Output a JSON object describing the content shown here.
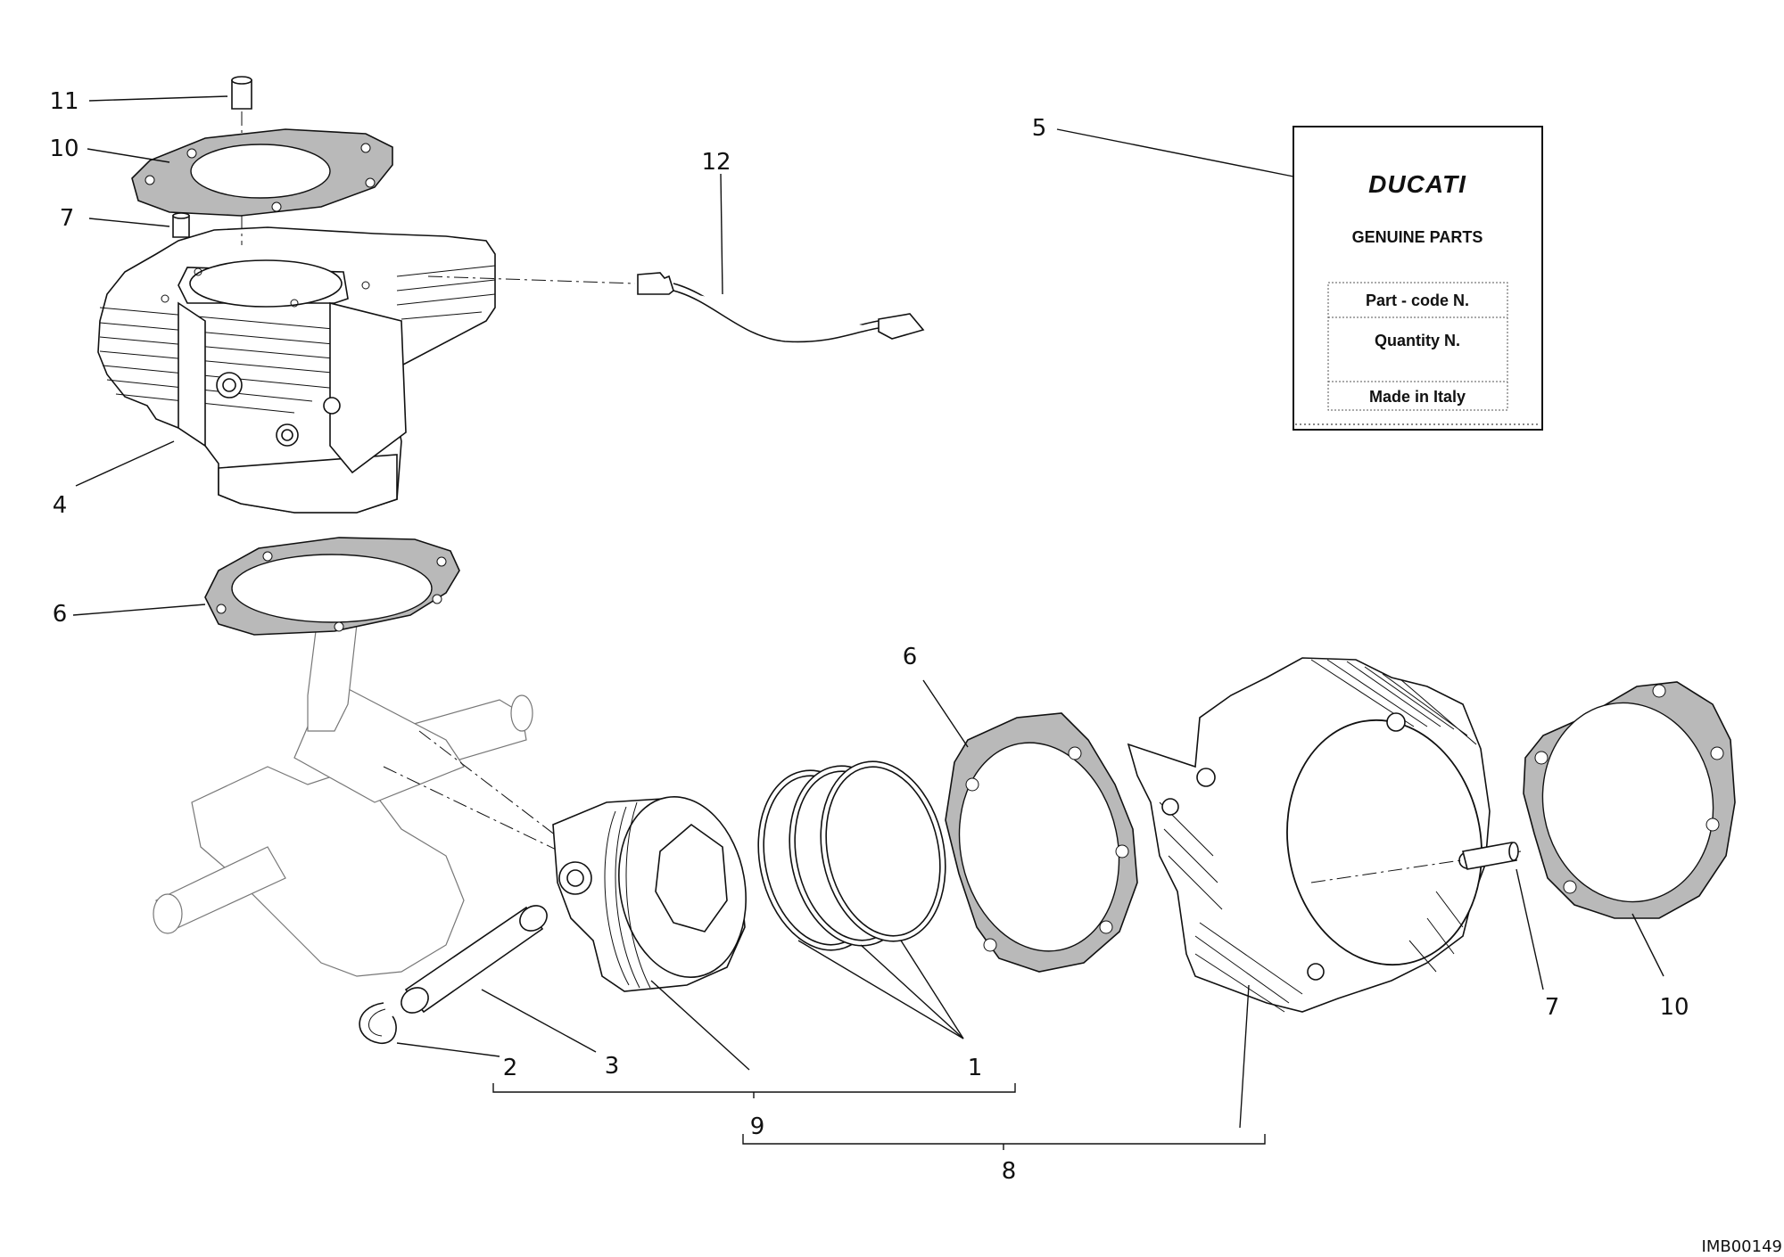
{
  "callouts": {
    "c11": "11",
    "c10_top": "10",
    "c7_top": "7",
    "c4": "4",
    "c6_left": "6",
    "c12": "12",
    "c5": "5",
    "c6_right": "6",
    "c2": "2",
    "c3": "3",
    "c1": "1",
    "c9": "9",
    "c8": "8",
    "c7_right": "7",
    "c10_right": "10"
  },
  "label_card": {
    "brand": "DUCATI",
    "heading": "GENUINE PARTS",
    "row_part_code": "Part - code N.",
    "row_quantity": "Quantity N.",
    "row_origin": "Made in Italy"
  },
  "image_code": "IMB00149",
  "colors": {
    "line": "#111111",
    "gasket_fill": "#b9b9b9",
    "ghost_line": "#777777"
  }
}
